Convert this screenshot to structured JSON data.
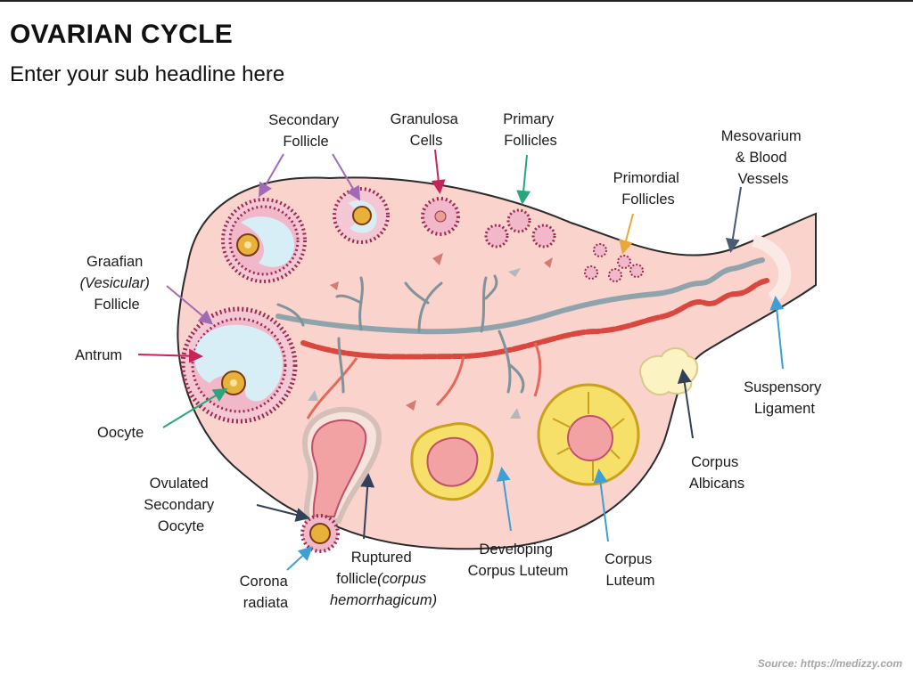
{
  "title": "OVARIAN CYCLE",
  "subtitle": "Enter your sub headline here",
  "source": "Source: https://medizzy.com",
  "colors": {
    "ovary_fill": "#f9d3cc",
    "ovary_stroke": "#2b2b2b",
    "follicle_dot": "#9b2a52",
    "vessel_gray": "#8fa3ad",
    "vessel_red": "#d9473f",
    "corpus_yellow": "#f6e06a",
    "antrum_blue": "#d8eef6"
  },
  "labels": {
    "secondary_follicle": [
      "Secondary",
      "Follicle"
    ],
    "granulosa_cells": [
      "Granulosa",
      "Cells"
    ],
    "primary_follicles": [
      "Primary",
      "Follicles"
    ],
    "mesovarium": [
      "Mesovarium",
      "& Blood",
      "Vessels"
    ],
    "primordial_follicles": [
      "Primordial",
      "Follicles"
    ],
    "graafian_follicle": [
      "Graafian",
      "(Vesicular)",
      "Follicle"
    ],
    "antrum": "Antrum",
    "oocyte": "Oocyte",
    "ovulated_secondary_oocyte": [
      "Ovulated",
      "Secondary",
      "Oocyte"
    ],
    "corona_radiata": [
      "Corona",
      "radiata"
    ],
    "ruptured_follicle": [
      "Ruptured",
      "follicle",
      "(corpus",
      "hemorrhagicum)"
    ],
    "developing_corpus_luteum": [
      "Developing",
      "Corpus Luteum"
    ],
    "corpus_luteum": [
      "Corpus",
      "Luteum"
    ],
    "corpus_albicans": [
      "Corpus",
      "Albicans"
    ],
    "suspensory_ligament": [
      "Suspensory",
      "Ligament"
    ]
  }
}
